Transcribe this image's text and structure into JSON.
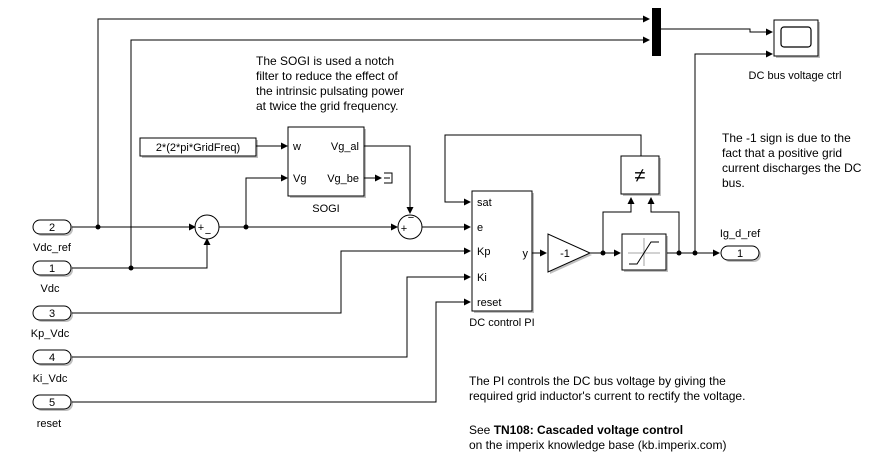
{
  "inports": [
    {
      "num": "2",
      "name": "Vdc_ref"
    },
    {
      "num": "1",
      "name": "Vdc"
    },
    {
      "num": "3",
      "name": "Kp_Vdc"
    },
    {
      "num": "4",
      "name": "Ki_Vdc"
    },
    {
      "num": "5",
      "name": "reset"
    }
  ],
  "outport": {
    "num": "1",
    "name": "Ig_d_ref"
  },
  "constant": {
    "expr": "2*(2*pi*GridFreq)"
  },
  "sogi": {
    "name": "SOGI",
    "in_w": "w",
    "in_vg": "Vg",
    "out_al": "Vg_al",
    "out_be": "Vg_be"
  },
  "pi": {
    "name": "DC control PI",
    "ports": [
      "sat",
      "e",
      "Kp",
      "Ki",
      "reset"
    ],
    "out": "y"
  },
  "sum1": {
    "signs": "+-"
  },
  "sum2": {
    "signs": "+-"
  },
  "gain": {
    "value": "-1"
  },
  "relop": {
    "symbol": "≠"
  },
  "scope": {
    "name": "DC bus voltage ctrl"
  },
  "notes": {
    "sogi_note": [
      "The SOGI is used a notch",
      "filter to reduce the effect of",
      "the intrinsic pulsating power",
      "at twice the grid frequency."
    ],
    "sign_note": [
      "The -1 sign is due to the",
      "fact that a positive grid",
      "current discharges the DC",
      "bus."
    ],
    "pi_note": [
      "The PI controls the DC bus voltage by giving the",
      "required grid inductor's current to rectify the voltage."
    ],
    "see_prefix": "See ",
    "see_bold": "TN108: Cascaded voltage control",
    "see_line2": "on the imperix knowledge base (kb.imperix.com)"
  }
}
